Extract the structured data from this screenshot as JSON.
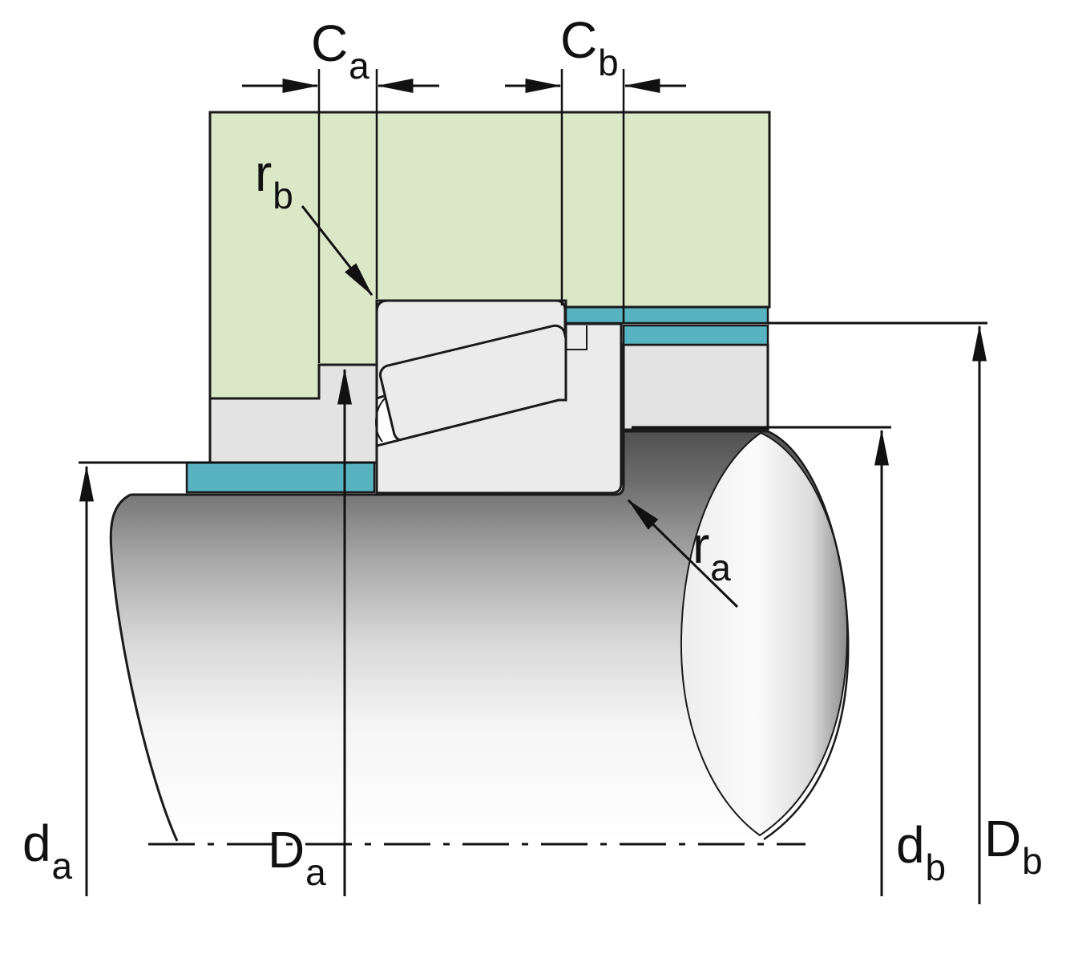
{
  "diagram": {
    "title": "Tapered roller bearing mounting abutment dimensions",
    "labels": {
      "ca": {
        "main": "C",
        "sub": "a"
      },
      "cb": {
        "main": "C",
        "sub": "b"
      },
      "rb": {
        "main": "r",
        "sub": "b"
      },
      "ra": {
        "main": "r",
        "sub": "a"
      },
      "da": {
        "main": "d",
        "sub": "a"
      },
      "DA": {
        "main": "D",
        "sub": "a"
      },
      "db": {
        "main": "d",
        "sub": "b"
      },
      "DB": {
        "main": "D",
        "sub": "b"
      }
    },
    "colors": {
      "housing_green": "#dbe8c8",
      "seal_teal": "#58b3c1",
      "housing_gray": "#e3e3e3",
      "bearing_gray": "#ebebeb",
      "outline": "#1a1a1a"
    }
  }
}
